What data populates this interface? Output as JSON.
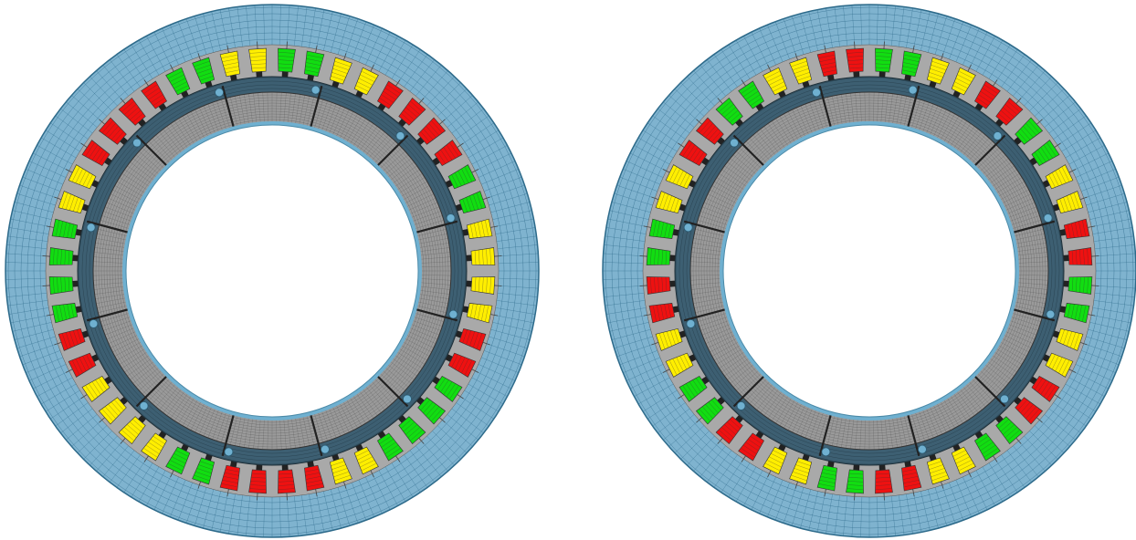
{
  "colors": {
    "background": "#ffffff",
    "stator_yoke": "#7fb3cf",
    "stator_mesh": "#2d6a8a",
    "tooth_fill": "#a9a9a9",
    "air_gap_ring": "#3d5f72",
    "rotor_core": "#9a9a9a",
    "rotor_mesh": "#3a3a3a",
    "rotor_edge": "#6fb0d0",
    "phase_a": "#ee1111",
    "phase_b": "#ffee00",
    "phase_c": "#11dd11"
  },
  "machines": [
    {
      "slots": 48,
      "rotor_segments": 12,
      "rotor_markers": 12,
      "winding_pattern": [
        "phase_c",
        "phase_c",
        "phase_b",
        "phase_b",
        "phase_a",
        "phase_a",
        "phase_a",
        "phase_a",
        "phase_c",
        "phase_c",
        "phase_b",
        "phase_b",
        "phase_b",
        "phase_b",
        "phase_a",
        "phase_a",
        "phase_c",
        "phase_c",
        "phase_c",
        "phase_c",
        "phase_b",
        "phase_b",
        "phase_a",
        "phase_a",
        "phase_a",
        "phase_a",
        "phase_c",
        "phase_c",
        "phase_b",
        "phase_b",
        "phase_b",
        "phase_b",
        "phase_a",
        "phase_a",
        "phase_c",
        "phase_c",
        "phase_c",
        "phase_c",
        "phase_b",
        "phase_b",
        "phase_a",
        "phase_a",
        "phase_a",
        "phase_a",
        "phase_c",
        "phase_c",
        "phase_b",
        "phase_b"
      ]
    },
    {
      "slots": 48,
      "rotor_segments": 12,
      "rotor_markers": 12,
      "winding_pattern": [
        "phase_c",
        "phase_c",
        "phase_b",
        "phase_b",
        "phase_a",
        "phase_a",
        "phase_c",
        "phase_c",
        "phase_b",
        "phase_b",
        "phase_a",
        "phase_a",
        "phase_c",
        "phase_c",
        "phase_b",
        "phase_b",
        "phase_a",
        "phase_a",
        "phase_c",
        "phase_c",
        "phase_b",
        "phase_b",
        "phase_a",
        "phase_a",
        "phase_c",
        "phase_c",
        "phase_b",
        "phase_b",
        "phase_a",
        "phase_a",
        "phase_c",
        "phase_c",
        "phase_b",
        "phase_b",
        "phase_a",
        "phase_a",
        "phase_c",
        "phase_c",
        "phase_b",
        "phase_b",
        "phase_a",
        "phase_a",
        "phase_c",
        "phase_c",
        "phase_b",
        "phase_b",
        "phase_a",
        "phase_a"
      ]
    }
  ]
}
